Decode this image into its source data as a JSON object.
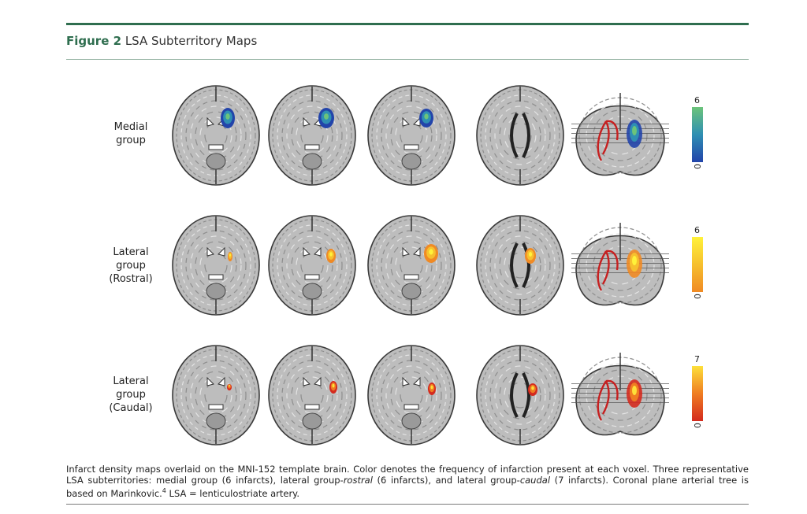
{
  "figure": {
    "label": "Figure 2",
    "title": "LSA Subterritory Maps"
  },
  "rows": [
    {
      "label_lines": [
        "Medial",
        "group"
      ],
      "scale_max": "6",
      "scale_min": "0",
      "colors": [
        "#2244aa",
        "#2f8fb3",
        "#6cc47a"
      ]
    },
    {
      "label_lines": [
        "Lateral",
        "group",
        "(Rostral)"
      ],
      "scale_max": "6",
      "scale_min": "0",
      "colors": [
        "#f08a24",
        "#f6c02e",
        "#fff23a"
      ]
    },
    {
      "label_lines": [
        "Lateral",
        "group",
        "(Caudal)"
      ],
      "scale_max": "7",
      "scale_min": "0",
      "colors": [
        "#d42a1e",
        "#ef7d22",
        "#fde03a"
      ]
    }
  ],
  "caption": {
    "part1": "Infarct density maps overlaid on the MNI-152 template brain. Color denotes the frequency of infarction present at each voxel. Three representative LSA subterritories: medial group (6 infarcts), lateral group-",
    "rostral": "rostral",
    "part2": " (6 infarcts), and lateral group-",
    "caudal": "caudal",
    "part3": " (7 infarcts). Coronal plane arterial tree is based on Marinkovic.",
    "ref": "4",
    "part4": " LSA = lenticulostriate artery."
  }
}
